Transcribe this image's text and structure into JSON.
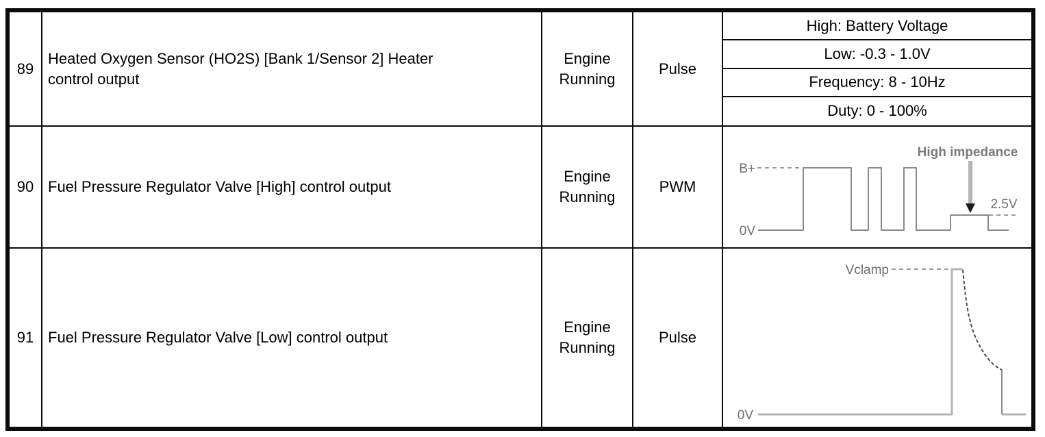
{
  "page": {
    "background": "#ffffff",
    "grid_color": "#0a0a0a",
    "trace_gray": "#8a8a8a",
    "light_gray": "#b5b5b5"
  },
  "table": {
    "rows": [
      {
        "pin": "89",
        "description": "Heated Oxygen Sensor (HO2S) [Bank 1/Sensor 2] Heater control output",
        "condition": "Engine Running",
        "signal_type": "Pulse",
        "spec_lines": [
          "High: Battery Voltage",
          "Low: -0.3 - 1.0V",
          "Frequency: 8 - 10Hz",
          "Duty: 0 - 100%"
        ]
      },
      {
        "pin": "90",
        "description": "Fuel Pressure Regulator Valve [High] control output",
        "condition": "Engine Running",
        "signal_type": "PWM",
        "waveform": {
          "type": "pwm-square",
          "high_label": "B+",
          "low_label": "0V",
          "annotation": "High impedance",
          "step_label": "2.5V"
        }
      },
      {
        "pin": "91",
        "description": "Fuel Pressure Regulator Valve [Low] control output",
        "condition": "Engine Running",
        "signal_type": "Pulse",
        "waveform": {
          "type": "clamp-pulse",
          "peak_label": "Vclamp",
          "low_label": "0V"
        }
      }
    ]
  }
}
